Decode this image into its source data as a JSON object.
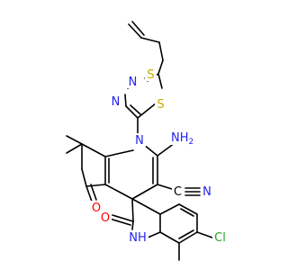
{
  "atoms": {
    "s_thioether": {
      "text": "S",
      "color": "#c9a800"
    },
    "s_ring": {
      "text": "S",
      "color": "#c9a800"
    },
    "n_thiadiazole_1": {
      "text": "N",
      "color": "#2222ee"
    },
    "n_thiadiazole_2": {
      "text": "N",
      "color": "#2222ee"
    },
    "n_quinoline": {
      "text": "N",
      "color": "#2222ee"
    },
    "amino": {
      "text": "NH",
      "sub": "2",
      "color": "#2222ee"
    },
    "nitrile_n": {
      "text": "N",
      "color": "#2222ee"
    },
    "nitrile_c": {
      "text": "C",
      "color": "#000000"
    },
    "ketone_o": {
      "text": "O",
      "color": "#ff0000"
    },
    "lactam_o": {
      "text": "O",
      "color": "#ff0000"
    },
    "lactam_nh": {
      "text": "NH",
      "color": "#2222ee"
    },
    "chlorine": {
      "text": "Cl",
      "color": "#1fa81f"
    }
  }
}
